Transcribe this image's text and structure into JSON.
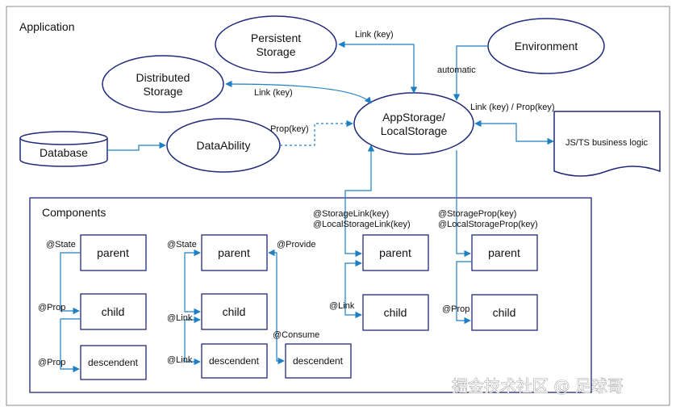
{
  "outer_title": "Application",
  "components_title": "Components",
  "nodes": {
    "persistent": [
      "Persistent",
      "Storage"
    ],
    "distributed": [
      "Distributed",
      "Storage"
    ],
    "environment": "Environment",
    "appstorage": [
      "AppStorage/",
      "LocalStorage"
    ],
    "database": "Database",
    "dataability": "DataAbility",
    "business_logic": "JS/TS business logic"
  },
  "edge_labels": {
    "link_persistent": "Link (key)",
    "link_distributed": "Link (key)",
    "automatic": "automatic",
    "link_prop_business": "Link (key) / Prop(key)",
    "prop_dataability": "Prop(key)",
    "storage_link": [
      "@StorageLink(key)",
      "@LocalStorageLink(key)"
    ],
    "storage_prop": [
      "@StorageProp(key)",
      "@LocalStorageProp(key)"
    ]
  },
  "groups": [
    {
      "boxes": [
        "parent",
        "child",
        "descendent"
      ],
      "decorators": [
        "@State",
        "@Prop",
        "@Prop"
      ]
    },
    {
      "boxes": [
        "parent",
        "child",
        "descendent",
        "descendent"
      ],
      "decorators": [
        "@State",
        "@Link",
        "@Link",
        "@Provide",
        "@Consume"
      ]
    },
    {
      "boxes": [
        "parent",
        "child"
      ],
      "decorators": [
        "@Link"
      ]
    },
    {
      "boxes": [
        "parent",
        "child"
      ],
      "decorators": [
        "@Prop"
      ]
    }
  ],
  "watermark": "掘金技术社区 @ 足球哥",
  "colors": {
    "node_border": "#1f2a7a",
    "edge": "#1f7fc3",
    "text": "#111111"
  }
}
